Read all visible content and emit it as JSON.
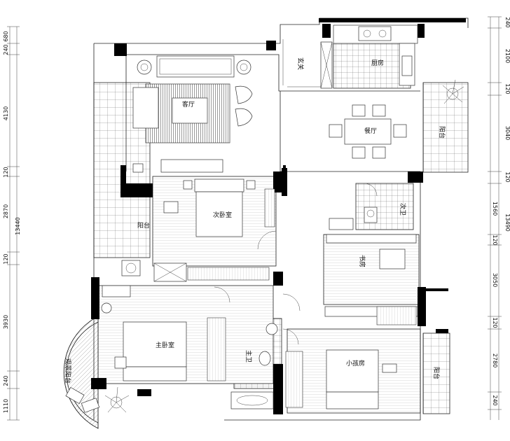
{
  "rooms": {
    "living_room": "客厅",
    "foyer": "玄关",
    "kitchen": "厨房",
    "dining_room": "餐厅",
    "balcony_east_upper": "阳台",
    "balcony_west": "阳台",
    "second_bedroom": "次卧室",
    "second_bathroom": "次卫",
    "study": "书房",
    "master_bedroom": "主卧室",
    "master_bathroom": "主卫",
    "kids_room": "小孩房",
    "balcony_east_lower": "阳台",
    "view_balcony": "观景阳台"
  },
  "dimensions": {
    "left": [
      "680",
      "240",
      "4130",
      "120",
      "2870",
      "13440",
      "120",
      "3930",
      "240",
      "1110"
    ],
    "right": [
      "240",
      "2100",
      "120",
      "3040",
      "120",
      "1560",
      "13490",
      "120",
      "3050",
      "120",
      "2780",
      "240"
    ]
  }
}
